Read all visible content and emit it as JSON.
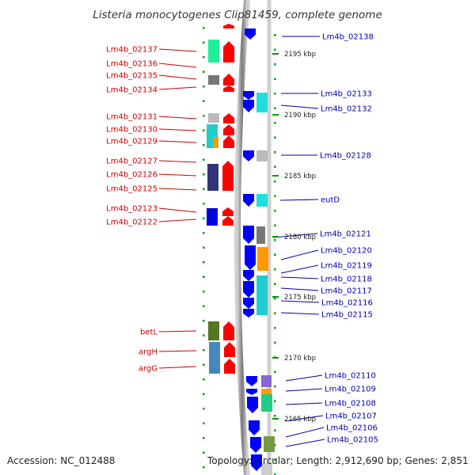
{
  "title": "Listeria monocytogenes Clip81459, complete genome",
  "accession_text": "Accession: NC_012488",
  "topology_text": "Topology: circular; Length: 2,912,690 bp; Genes: 2,851",
  "colors": {
    "reverse_strand": "#ff0000",
    "forward_strand": "#0000ff",
    "backbone": "#999999",
    "ticks": "#009900",
    "left_label": "#cc0000",
    "right_label": "#0000aa"
  },
  "kbp_ticks": [
    {
      "label": "2195 kbp"
    },
    {
      "label": "2190 kbp"
    },
    {
      "label": "2185 kbp"
    },
    {
      "label": "2180 kbp"
    },
    {
      "label": "2175 kbp"
    },
    {
      "label": "2170 kbp"
    },
    {
      "label": "2165 kbp"
    }
  ],
  "left_genes": [
    {
      "name": "Lm4b_02137"
    },
    {
      "name": "Lm4b_02136"
    },
    {
      "name": "Lm4b_02135"
    },
    {
      "name": "Lm4b_02134"
    },
    {
      "name": "Lm4b_02131"
    },
    {
      "name": "Lm4b_02130"
    },
    {
      "name": "Lm4b_02129"
    },
    {
      "name": "Lm4b_02127"
    },
    {
      "name": "Lm4b_02126"
    },
    {
      "name": "Lm4b_02125"
    },
    {
      "name": "Lm4b_02123"
    },
    {
      "name": "Lm4b_02122"
    },
    {
      "name": "betL"
    },
    {
      "name": "argH"
    },
    {
      "name": "argG"
    }
  ],
  "right_genes": [
    {
      "name": "Lm4b_02138"
    },
    {
      "name": "Lm4b_02133"
    },
    {
      "name": "Lm4b_02132"
    },
    {
      "name": "Lm4b_02128"
    },
    {
      "name": "eutD"
    },
    {
      "name": "Lm4b_02121"
    },
    {
      "name": "Lm4b_02120"
    },
    {
      "name": "Lm4b_02119"
    },
    {
      "name": "Lm4b_02118"
    },
    {
      "name": "Lm4b_02117"
    },
    {
      "name": "Lm4b_02116"
    },
    {
      "name": "Lm4b_02115"
    },
    {
      "name": "Lm4b_02110"
    },
    {
      "name": "Lm4b_02109"
    },
    {
      "name": "Lm4b_02108"
    },
    {
      "name": "Lm4b_02107"
    },
    {
      "name": "Lm4b_02106"
    },
    {
      "name": "Lm4b_02105"
    }
  ]
}
